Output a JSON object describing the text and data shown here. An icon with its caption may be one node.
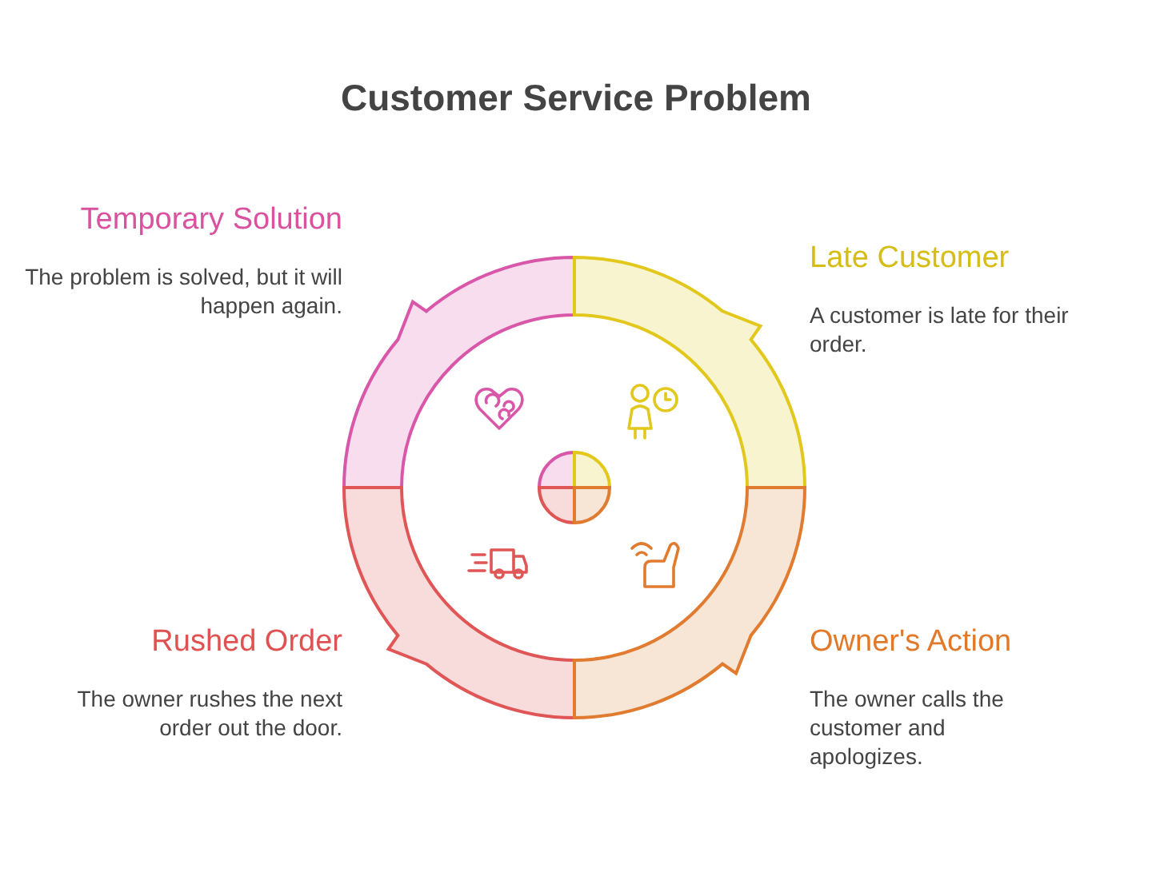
{
  "diagram": {
    "title": "Customer Service Problem",
    "nodes": [
      {
        "text": [
          "Temporary Solution",
          "The problem is solved, but it will happen again."
        ]
      },
      {
        "text": [
          "Late Customer",
          "A customer is late for their order."
        ]
      },
      {
        "text": [
          "Rushed Order",
          "The owner rushes the next order out the door."
        ]
      },
      {
        "text": [
          "Owner's Action",
          "The owner calls the customer and apologizes."
        ]
      }
    ]
  }
}
